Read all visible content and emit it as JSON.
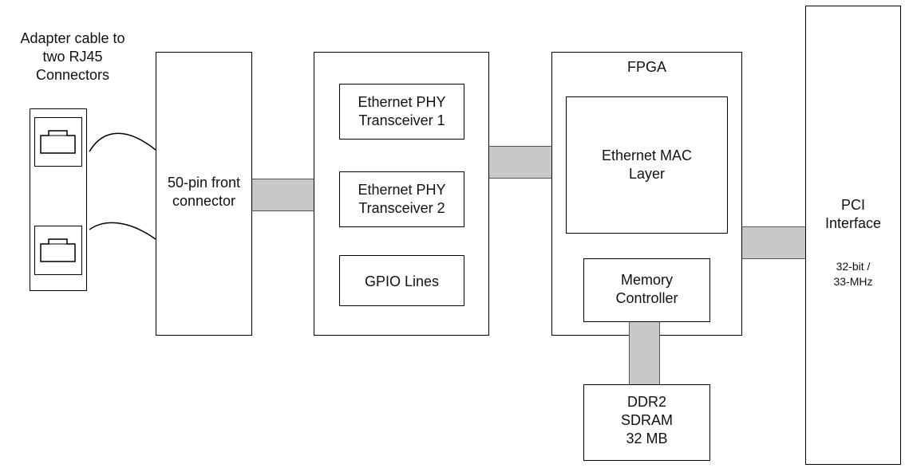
{
  "adapter": {
    "label": "Adapter cable to\ntwo RJ45\nConnectors"
  },
  "front_connector": {
    "label": "50-pin front\nconnector"
  },
  "phy_block": {
    "phy1": "Ethernet PHY\nTransceiver 1",
    "phy2": "Ethernet PHY\nTransceiver 2",
    "gpio": "GPIO Lines"
  },
  "fpga": {
    "label": "FPGA",
    "mac": "Ethernet MAC\nLayer",
    "memctl": "Memory\nController"
  },
  "ddr": {
    "label": "DDR2\nSDRAM\n32 MB"
  },
  "pci": {
    "label": "PCI\nInterface",
    "sublabel": "32-bit /\n33-MHz"
  }
}
